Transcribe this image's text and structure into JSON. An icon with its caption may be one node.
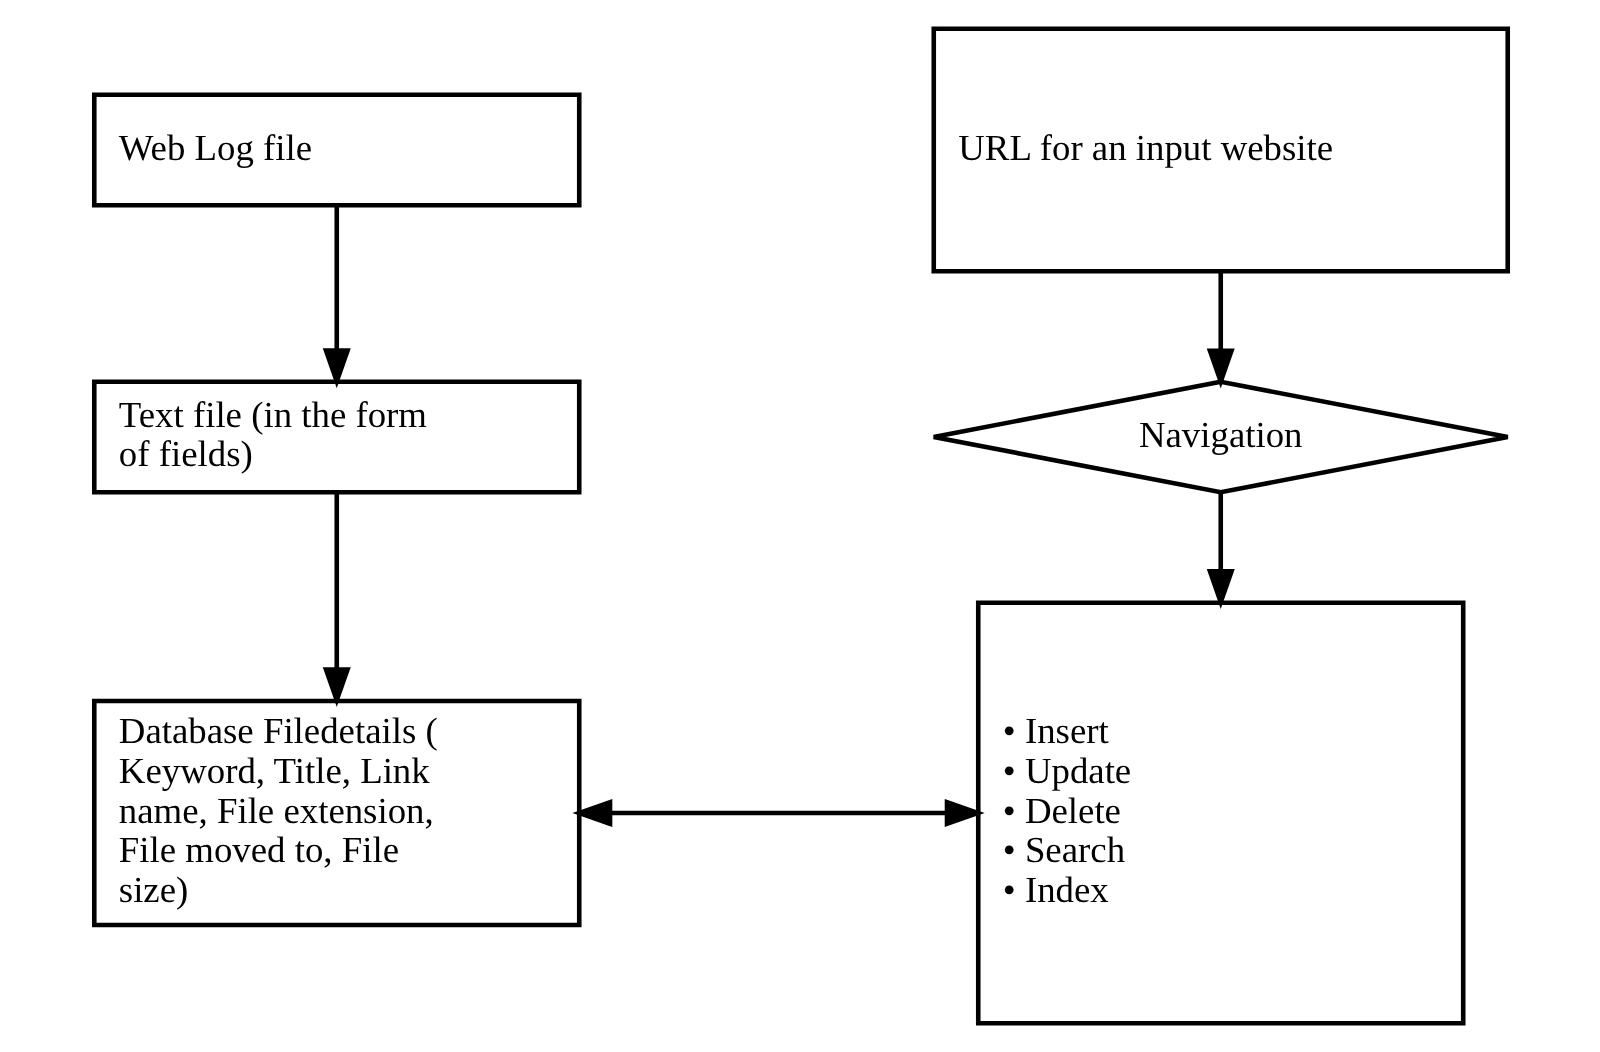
{
  "diagram": {
    "nodes": [
      {
        "text": [
          "Web Log file"
        ]
      },
      {
        "text": [
          "Text file (in the form of fields)"
        ]
      },
      {
        "text": [
          "Database Filedetails ( Keyword, Title, Link name, File extension, File moved to, File size)"
        ]
      },
      {
        "text": [
          "URL for an input website"
        ]
      },
      {
        "text": [
          "Navigation"
        ]
      },
      {
        "text": [
          "• Insert",
          "• Update",
          "• Delete",
          "• Search",
          "• Index"
        ]
      }
    ],
    "edges": [
      {
        "from": 0,
        "to": 1,
        "arrow": "to"
      },
      {
        "from": 1,
        "to": 2,
        "arrow": "to"
      },
      {
        "from": 3,
        "to": 4,
        "arrow": "to"
      },
      {
        "from": 4,
        "to": 5,
        "arrow": "to"
      },
      {
        "from": 2,
        "to": 5,
        "arrow": "both"
      }
    ]
  }
}
